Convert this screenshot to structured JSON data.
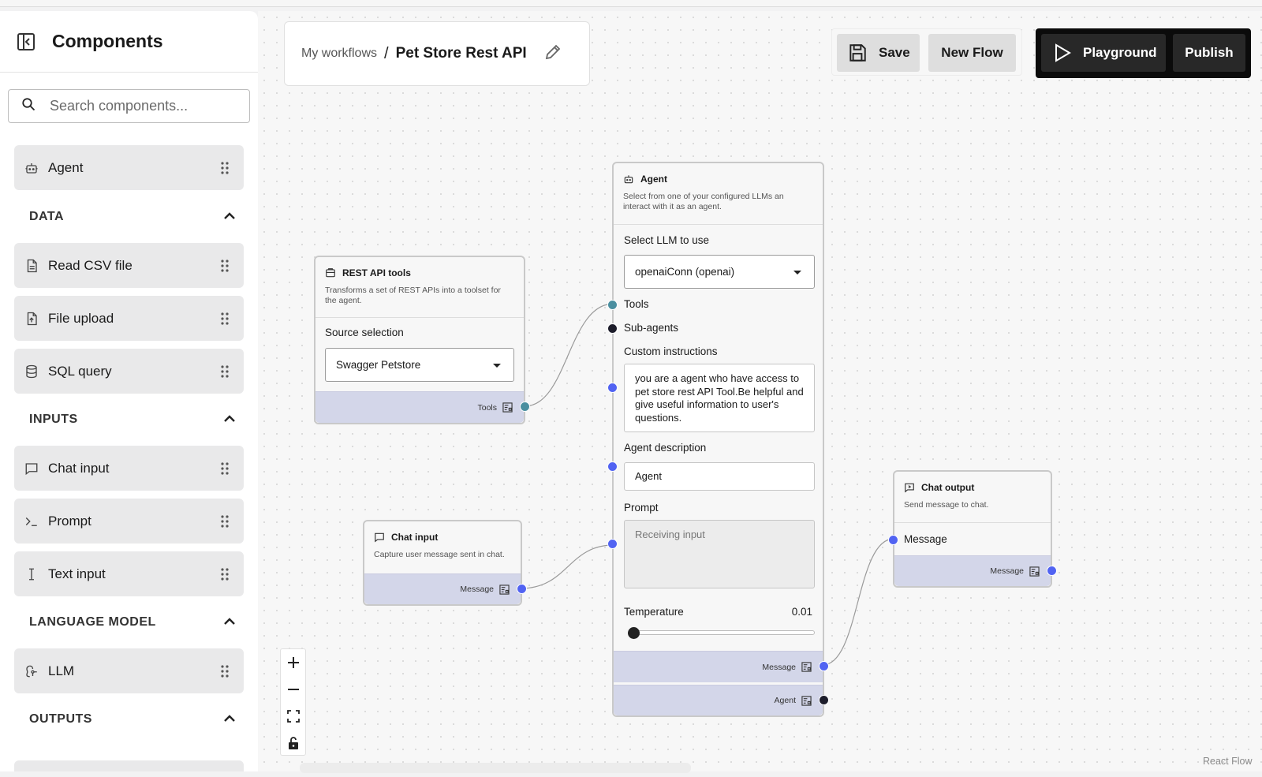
{
  "sidebar": {
    "title": "Components",
    "search_placeholder": "Search components...",
    "items": {
      "agent": "Agent",
      "read_csv": "Read CSV file",
      "file_upload": "File upload",
      "sql_query": "SQL query",
      "chat_input": "Chat input",
      "prompt": "Prompt",
      "text_input": "Text input",
      "llm": "LLM"
    },
    "sections": {
      "data": "DATA",
      "inputs": "INPUTS",
      "language_model": "LANGUAGE MODEL",
      "outputs": "OUTPUTS"
    }
  },
  "breadcrumb": {
    "parent": "My workflows",
    "separator": "/",
    "current": "Pet Store Rest API"
  },
  "toolbar": {
    "save": "Save",
    "new_flow": "New Flow",
    "playground": "Playground",
    "publish": "Publish"
  },
  "nodes": {
    "rest": {
      "title": "REST API tools",
      "description": "Transforms a set of REST APIs into a toolset for the agent.",
      "source_label": "Source selection",
      "source_value": "Swagger Petstore",
      "output": "Tools"
    },
    "chat_input": {
      "title": "Chat input",
      "description": "Capture user message sent in chat.",
      "output": "Message"
    },
    "agent": {
      "title": "Agent",
      "description": "Select from one of your configured LLMs an interact with it as an agent.",
      "llm_label": "Select LLM to use",
      "llm_value": "openaiConn (openai)",
      "tools": "Tools",
      "subagents": "Sub-agents",
      "instructions_label": "Custom instructions",
      "instructions_value": "you are a agent who have access to pet store rest API Tool.Be helpful and give useful information to user's questions.",
      "desc_label": "Agent description",
      "desc_value": "Agent",
      "prompt_label": "Prompt",
      "prompt_placeholder": "Receiving input",
      "temperature_label": "Temperature",
      "temperature_value": "0.01",
      "temperature_fraction": 0.01,
      "out_message": "Message",
      "out_agent": "Agent"
    },
    "chat_output": {
      "title": "Chat output",
      "description": "Send message to chat.",
      "input": "Message",
      "output": "Message"
    }
  },
  "colors": {
    "port_blue": "#5163f2",
    "port_teal": "#4a8fa0",
    "port_dark": "#1c1c2a",
    "footer_band": "#d3d6e9"
  },
  "attribution": "React Flow"
}
